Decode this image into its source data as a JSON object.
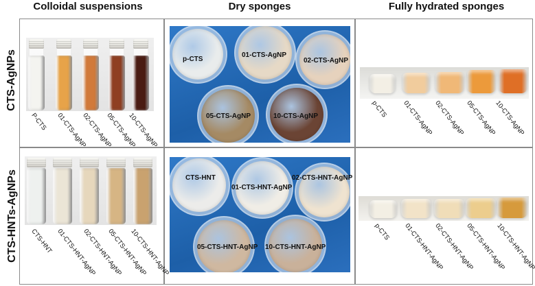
{
  "headers": {
    "col1": "Colloidal suspensions",
    "col2": "Dry sponges",
    "col3": "Fully hydrated sponges"
  },
  "rows": {
    "row1": "CTS-AgNPs",
    "row2": "CTS-HNTs-AgNPs"
  },
  "row1": {
    "vials": [
      {
        "label": "P-CTS",
        "color": "#f4f4f0"
      },
      {
        "label": "01-CTS-AgNP",
        "color": "#e7a349"
      },
      {
        "label": "02-CTS-AgNP",
        "color": "#d17a3b"
      },
      {
        "label": "05-CTS-AgNP",
        "color": "#8f3f22"
      },
      {
        "label": "10-CTS-AgNP",
        "color": "#4a1c13"
      }
    ],
    "sponges": [
      {
        "label": "p-CTS",
        "color": "#e9ecec"
      },
      {
        "label": "01-CTS-AgNP",
        "color": "#e6d9c6"
      },
      {
        "label": "02-CTS-AgNP",
        "color": "#e6d2bd"
      },
      {
        "label": "05-CTS-AgNP",
        "color": "#a58a64"
      },
      {
        "label": "10-CTS-AgNP",
        "color": "#6b4434"
      }
    ],
    "hydrated": [
      {
        "label": "p-CTS",
        "color": "#f3efe5"
      },
      {
        "label": "01-CTS-AgNP",
        "color": "#f1cc9d"
      },
      {
        "label": "02-CTS-AgNP",
        "color": "#f0b877"
      },
      {
        "label": "05-CTS-AgNP",
        "color": "#ec9a3b"
      },
      {
        "label": "10-CTS-AgNP",
        "color": "#df6f26"
      }
    ]
  },
  "row2": {
    "vials": [
      {
        "label": "CTS-HNT",
        "color": "#eef1ef"
      },
      {
        "label": "01-CTS-HNT-AgNP",
        "color": "#ebe5d6"
      },
      {
        "label": "02-CTS-HNT-AgNP",
        "color": "#e6d7bc"
      },
      {
        "label": "05-CTS-HNT-AgNP",
        "color": "#d6b584"
      },
      {
        "label": "10-CTS-HNT-AgNP",
        "color": "#c9a26f"
      }
    ],
    "sponges": [
      {
        "label": "CTS-HNT",
        "color": "#ececea"
      },
      {
        "label": "01-CTS-HNT-AgNP",
        "color": "#f0ede6"
      },
      {
        "label": "02-CTS-HNT-AgNP",
        "color": "#efe3d0"
      },
      {
        "label": "05-CTS-HNT-AgNP",
        "color": "#cfb8a0"
      },
      {
        "label": "10-CTS-HNT-AgNP",
        "color": "#c9b19a"
      }
    ],
    "hydrated": [
      {
        "label": "p-CTS",
        "color": "#f3efe4"
      },
      {
        "label": "01-CTS-HNT-AgNP",
        "color": "#f2e3c8"
      },
      {
        "label": "02-CTS-HNT-AgNP",
        "color": "#f0ddb8"
      },
      {
        "label": "05-CTS-HNT-AgNP",
        "color": "#eccd8d"
      },
      {
        "label": "10-CTS-HNT-AgNP",
        "color": "#d69a3c"
      }
    ]
  }
}
